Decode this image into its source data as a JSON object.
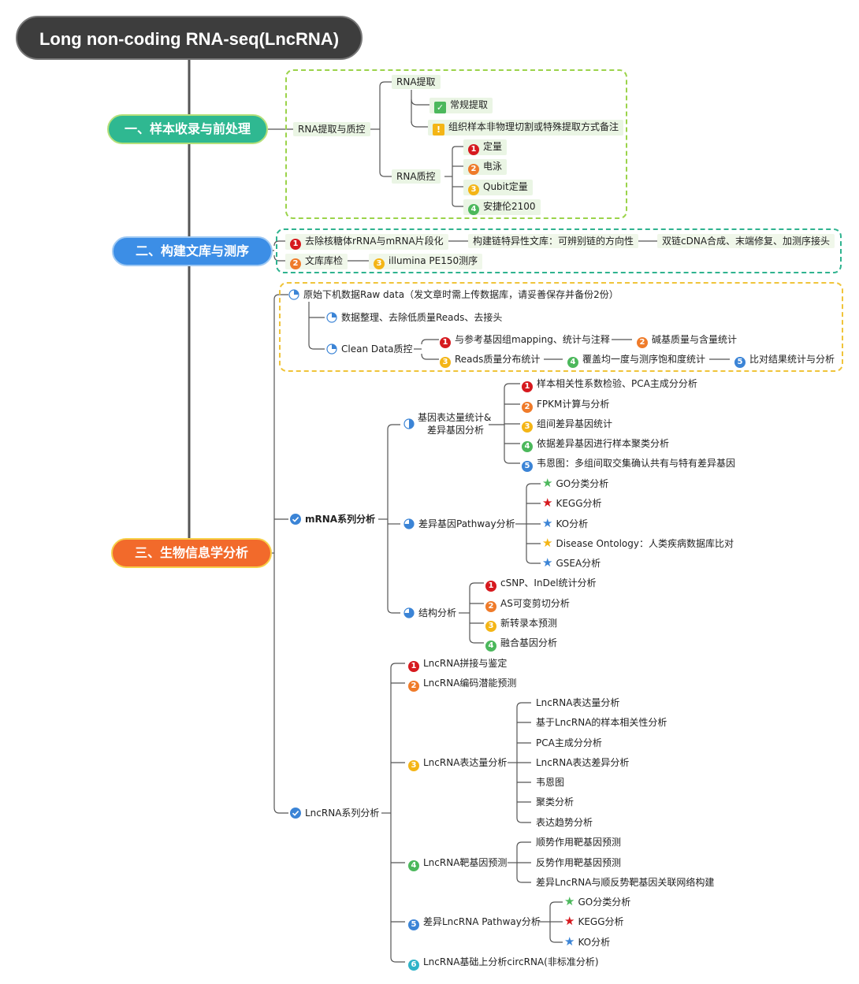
{
  "title": "Long non-coding RNA-seq(LncRNA)",
  "colors": {
    "red": "#d6191e",
    "orange": "#ef7b2a",
    "yellow": "#f4b516",
    "green": "#4cb85c",
    "blue": "#3b84d6",
    "cyan": "#2fb3c8"
  },
  "s1": {
    "title": "一、样本收录与前处理",
    "rna_qc": "RNA提取与质控",
    "rna_extract": "RNA提取",
    "routine": "常规提取",
    "special": "组织样本非物理切割或特殊提取方式备注",
    "rna_control": "RNA质控",
    "items": [
      {
        "n": "1",
        "t": "定量"
      },
      {
        "n": "2",
        "t": "电泳"
      },
      {
        "n": "3",
        "t": "Qubit定量"
      },
      {
        "n": "4",
        "t": "安捷伦2100"
      }
    ]
  },
  "s2": {
    "title": "二、构建文库与测序",
    "n1": "1",
    "step1": "去除核糖体rRNA与mRNA片段化",
    "step1b": "构建链特异性文库：可辨别链的方向性",
    "step1c": "双链cDNA合成、末端修复、加测序接头",
    "n2": "2",
    "step2": "文库库检",
    "n3": "3",
    "step3": "illumina PE150测序"
  },
  "s3": {
    "title": "三、生物信息学分析",
    "raw": "原始下机数据Raw data（发文章时需上传数据库，请妥善保存并备份2份）",
    "clean_step": "数据整理、去除低质量Reads、去接头",
    "clean_qc": "Clean Data质控",
    "qc_items": [
      {
        "n": "1",
        "t": "与参考基因组mapping、统计与注释"
      },
      {
        "n": "2",
        "t": "碱基质量与含量统计"
      },
      {
        "n": "3",
        "t": "Reads质量分布统计"
      },
      {
        "n": "4",
        "t": "覆盖均一度与测序饱和度统计"
      },
      {
        "n": "5",
        "t": "比对结果统计与分析"
      }
    ],
    "mrna": "mRNA系列分析",
    "expr_line1": "基因表达量统计&",
    "expr_line2": "差异基因分析",
    "expr_items": [
      {
        "n": "1",
        "t": "样本相关性系数检验、PCA主成分分析"
      },
      {
        "n": "2",
        "t": "FPKM计算与分析"
      },
      {
        "n": "3",
        "t": "组间差异基因统计"
      },
      {
        "n": "4",
        "t": "依据差异基因进行样本聚类分析"
      },
      {
        "n": "5",
        "t": "韦恩图：多组间取交集确认共有与特有差异基因"
      }
    ],
    "pathway": "差异基因Pathway分析",
    "pathway_items": [
      {
        "t": "GO分类分析",
        "c": "#4cb85c"
      },
      {
        "t": "KEGG分析",
        "c": "#d6191e"
      },
      {
        "t": "KO分析",
        "c": "#3b84d6"
      },
      {
        "t": "Disease Ontology：人类疾病数据库比对",
        "c": "#f4b516"
      },
      {
        "t": "GSEA分析",
        "c": "#3b84d6"
      }
    ],
    "struct": "结构分析",
    "struct_items": [
      {
        "n": "1",
        "t": "cSNP、InDel统计分析"
      },
      {
        "n": "2",
        "t": "AS可变剪切分析"
      },
      {
        "n": "3",
        "t": "新转录本预测"
      },
      {
        "n": "4",
        "t": "融合基因分析"
      }
    ],
    "lnc": "LncRNA系列分析",
    "lnc1": "LncRNA拼接与鉴定",
    "lnc2": "LncRNA编码潜能预测",
    "lnc3": "LncRNA表达量分析",
    "lnc3_items": [
      "LncRNA表达量分析",
      "基于LncRNA的样本相关性分析",
      "PCA主成分分析",
      "LncRNA表达差异分析",
      "韦恩图",
      "聚类分析",
      "表达趋势分析"
    ],
    "lnc4": "LncRNA靶基因预测",
    "lnc4_items": [
      "顺势作用靶基因预测",
      "反势作用靶基因预测",
      "差异LncRNA与顺反势靶基因关联网络构建"
    ],
    "lnc5": "差异LncRNA Pathway分析",
    "lnc5_items": [
      {
        "t": "GO分类分析",
        "c": "#4cb85c"
      },
      {
        "t": "KEGG分析",
        "c": "#d6191e"
      },
      {
        "t": "KO分析",
        "c": "#3b84d6"
      }
    ],
    "lnc6": "LncRNA基础上分析circRNA(非标准分析)"
  }
}
